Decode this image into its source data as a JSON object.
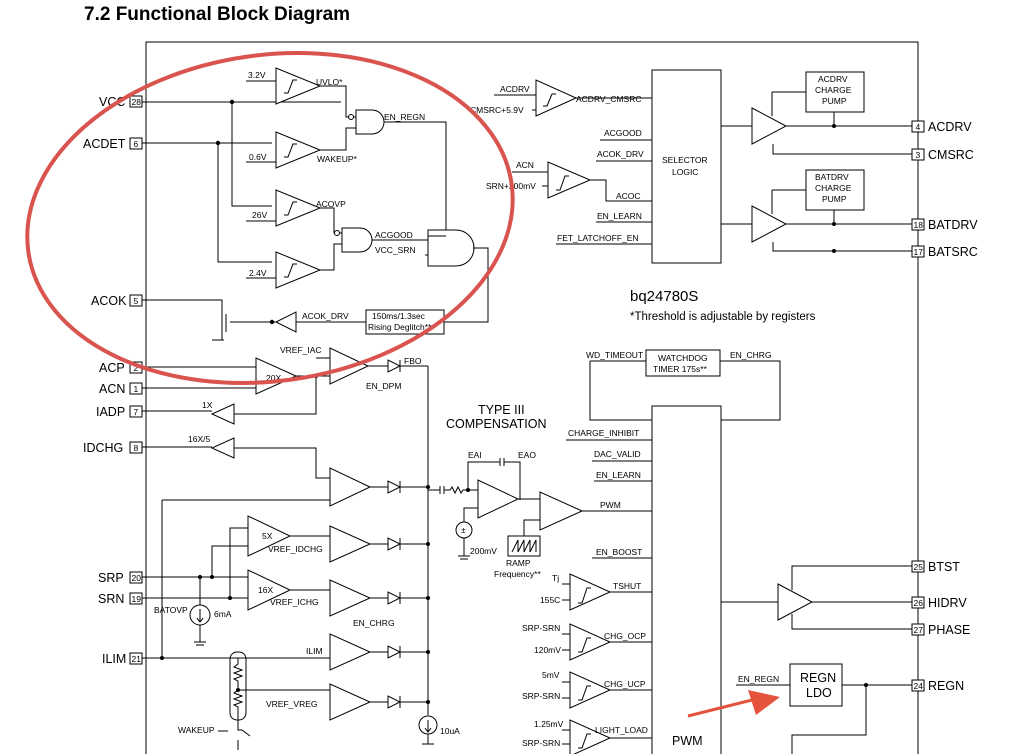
{
  "heading": "7.2   Functional Block Diagram",
  "chip": {
    "name": "bq24780S",
    "note": "*Threshold is adjustable by registers"
  },
  "pins_left": [
    {
      "name": "VCC",
      "num": "28"
    },
    {
      "name": "ACDET",
      "num": "6"
    },
    {
      "name": "ACOK",
      "num": "5"
    },
    {
      "name": "ACP",
      "num": "2"
    },
    {
      "name": "ACN",
      "num": "1"
    },
    {
      "name": "IADP",
      "num": "7"
    },
    {
      "name": "IDCHG",
      "num": "8"
    },
    {
      "name": "SRP",
      "num": "20"
    },
    {
      "name": "SRN",
      "num": "19"
    },
    {
      "name": "ILIM",
      "num": "21"
    }
  ],
  "pins_right": [
    {
      "name": "ACDRV",
      "num": "4"
    },
    {
      "name": "CMSRC",
      "num": "3"
    },
    {
      "name": "BATDRV",
      "num": "18"
    },
    {
      "name": "BATSRC",
      "num": "17"
    },
    {
      "name": "BTST",
      "num": "25"
    },
    {
      "name": "HIDRV",
      "num": "26"
    },
    {
      "name": "PHASE",
      "num": "27"
    },
    {
      "name": "REGN",
      "num": "24"
    }
  ],
  "blocks": {
    "selector": [
      "SELECTOR",
      "LOGIC"
    ],
    "acdrv_pump": [
      "ACDRV",
      "CHARGE",
      "PUMP"
    ],
    "batdrv_pump": [
      "BATDRV",
      "CHARGE",
      "PUMP"
    ],
    "watchdog": [
      "WATCHDOG",
      "TIMER 175s**"
    ],
    "deglitch": [
      "150ms/1.3sec",
      "Rising Deglitch**"
    ],
    "regn_ldo": [
      "REGN",
      "LDO"
    ],
    "pwm": "PWM",
    "compensation": [
      "TYPE III",
      "COMPENSATION"
    ],
    "ramp": [
      "RAMP",
      "Frequency**"
    ]
  },
  "labels": {
    "v32": "3.2V",
    "uvlo": "UVLO*",
    "en_regn": "EN_REGN",
    "v06": "0.6V",
    "wakeup_star": "WAKEUP*",
    "acovp": "ACOVP",
    "v26": "26V",
    "acgood_a": "ACGOOD",
    "vcc_srn": "VCC_SRN",
    "v24": "2.4V",
    "acok_drv": "ACOK_DRV",
    "acdrv_in": "ACDRV",
    "cmsrc_59": "CMSRC+5.9V",
    "acdrv_cmsrc": "ACDRV_CMSRC",
    "acgood_b": "ACGOOD",
    "acok_drv_b": "ACOK_DRV",
    "acn_in": "ACN",
    "srn_200": "SRN+200mV",
    "acoc": "ACOC",
    "en_learn_a": "EN_LEARN",
    "fet_latchoff": "FET_LATCHOFF_EN",
    "vref_iac": "VREF_IAC",
    "fbo": "FBO",
    "en_dpm": "EN_DPM",
    "g20x": "20X",
    "g1x": "1X",
    "g16x5": "16X/5",
    "g5x": "5X",
    "vref_idchg": "VREF_IDCHG",
    "g16x": "16X",
    "vref_ichg": "VREF_ICHG",
    "en_chrg_a": "EN_CHRG",
    "batovp": "BATOVP",
    "i6ma": "6mA",
    "ilim_lbl": "ILIM",
    "vref_vreg": "VREF_VREG",
    "wakeup": "WAKEUP",
    "i10ua": "10uA",
    "eai": "EAI",
    "eao": "EAO",
    "v200mv": "200mV",
    "pwm_sig": "PWM",
    "wd_timeout": "WD_TIMEOUT",
    "en_chrg_b": "EN_CHRG",
    "charge_inhibit": "CHARGE_INHIBIT",
    "dac_valid": "DAC_VALID",
    "en_learn_b": "EN_LEARN",
    "en_boost": "EN_BOOST",
    "tj": "Tj",
    "c155": "155C",
    "tshut": "TSHUT",
    "srp_srn_a": "SRP-SRN",
    "v120": "120mV",
    "chg_ocp": "CHG_OCP",
    "v5mv": "5mV",
    "srp_srn_b": "SRP-SRN",
    "chg_ucp": "CHG_UCP",
    "v125": "1.25mV",
    "srp_srn_c": "SRP-SRN",
    "light_load": "LIGHT_LOAD",
    "en_regn_b": "EN_REGN"
  },
  "annotation": {
    "circle_color": "#d9534f",
    "arrow_color": "#e5533d"
  }
}
